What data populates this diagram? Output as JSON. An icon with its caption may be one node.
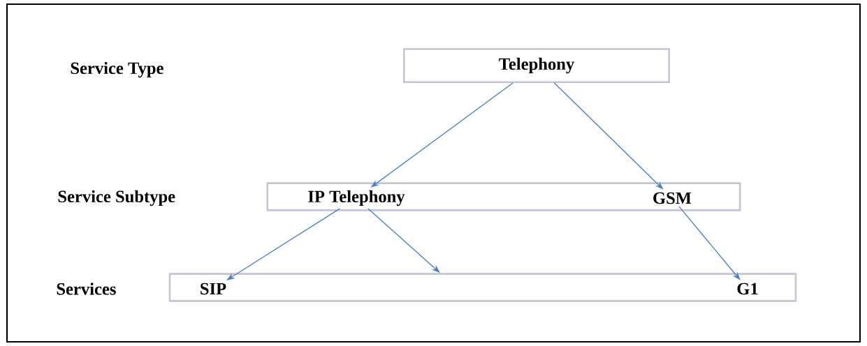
{
  "diagram": {
    "nodes": [
      {
        "text": [
          "Telephony"
        ]
      },
      {
        "text": [],
        "shape": "box"
      },
      {
        "text": [
          "IP Telephony"
        ],
        "in": 1
      },
      {
        "text": [
          "GSM"
        ],
        "in": 1
      },
      {
        "text": [],
        "shape": "box"
      },
      {
        "text": [
          "SIP"
        ],
        "in": 4
      },
      {
        "text": [
          "G1"
        ],
        "in": 4
      }
    ],
    "edges": [
      {
        "from": 0,
        "to": 2,
        "arrow": "to"
      },
      {
        "from": 0,
        "to": 3,
        "arrow": "to"
      },
      {
        "from": 2,
        "to": 5,
        "arrow": "to"
      },
      {
        "from": 2,
        "to": 4,
        "arrow": "to"
      },
      {
        "from": 3,
        "to": 6,
        "arrow": "to"
      }
    ],
    "labels": [
      "Service Type",
      "Service Subtype",
      "Services"
    ]
  }
}
